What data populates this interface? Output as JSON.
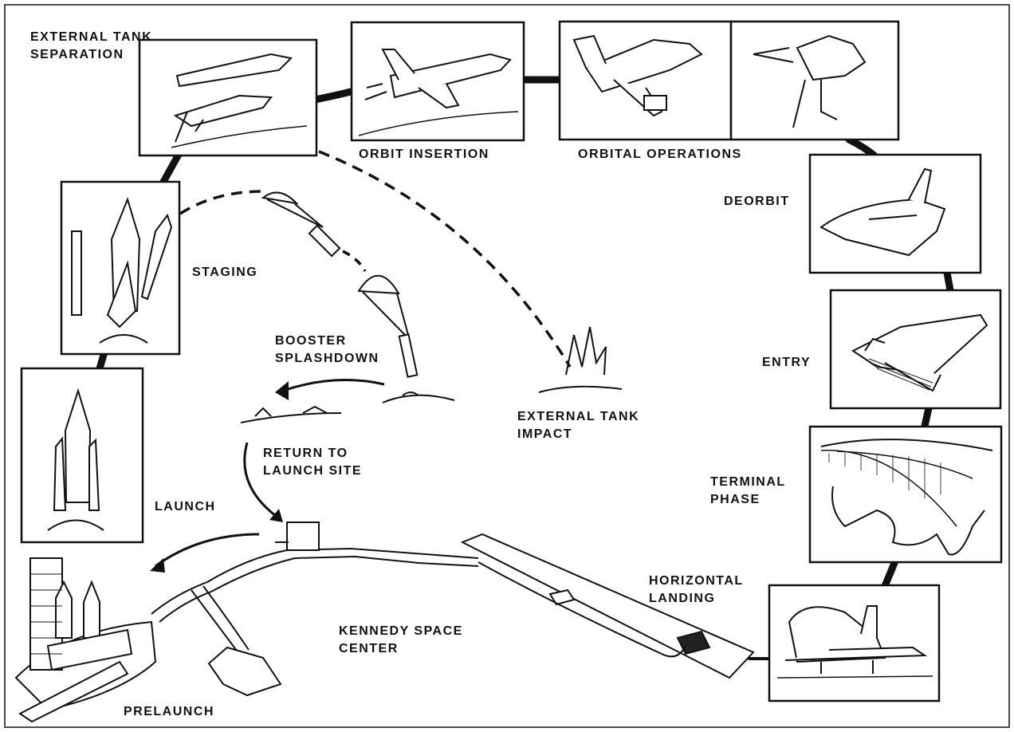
{
  "labels": {
    "external_tank_separation": [
      "EXTERNAL TANK",
      "SEPARATION"
    ],
    "orbit_insertion": "ORBIT INSERTION",
    "orbital_operations": "ORBITAL OPERATIONS",
    "deorbit": "DEORBIT",
    "staging": "STAGING",
    "booster_splashdown": [
      "BOOSTER",
      "SPLASHDOWN"
    ],
    "external_tank_impact": [
      "EXTERNAL TANK",
      "IMPACT"
    ],
    "entry": "ENTRY",
    "return_to_launch_site": [
      "RETURN TO",
      "LAUNCH SITE"
    ],
    "terminal_phase": [
      "TERMINAL",
      "PHASE"
    ],
    "launch": "LAUNCH",
    "horizontal_landing": [
      "HORIZONTAL",
      "LANDING"
    ],
    "kennedy_space_center": [
      "KENNEDY SPACE",
      "CENTER"
    ],
    "prelaunch": "PRELAUNCH"
  },
  "colors": {
    "ink": "#111111",
    "paper": "#ffffff",
    "frame": "#222222"
  },
  "icons": [
    "space-shuttle-icon",
    "parachute-icon",
    "booster-icon",
    "splash-icon",
    "launch-pad-icon",
    "runway-icon",
    "map-icon"
  ]
}
